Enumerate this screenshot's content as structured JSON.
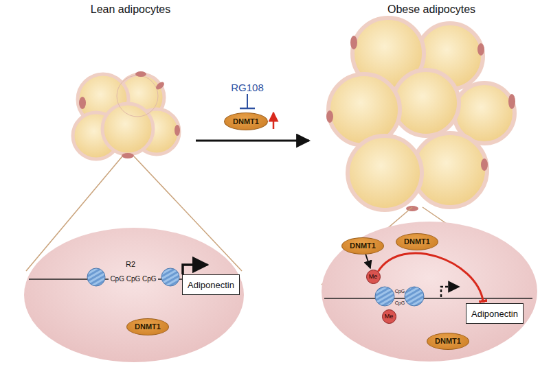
{
  "diagram": {
    "nodes": [
      {
        "text": [
          "DNMT1"
        ]
      },
      {
        "text": [
          "Adiponectin"
        ]
      },
      {
        "text": [
          "DNMT1"
        ]
      },
      {
        "text": [
          "DNMT1"
        ]
      },
      {
        "text": [
          "DNMT1"
        ]
      },
      {
        "text": [
          "Me"
        ]
      },
      {
        "text": [
          "Me"
        ]
      },
      {
        "text": [
          "Adiponectin"
        ]
      },
      {
        "text": [
          "DNMT1"
        ]
      }
    ],
    "edges": [
      {
        "from": 3,
        "to": 5,
        "arrow": "to"
      },
      {
        "from": 5,
        "to": 7,
        "arrow": "to"
      }
    ],
    "labels": [
      "Lean adipocytes",
      "Obese adipocytes",
      "RG108",
      "R2",
      "CpG CpG CpG",
      "CpG",
      "CpG"
    ]
  }
}
